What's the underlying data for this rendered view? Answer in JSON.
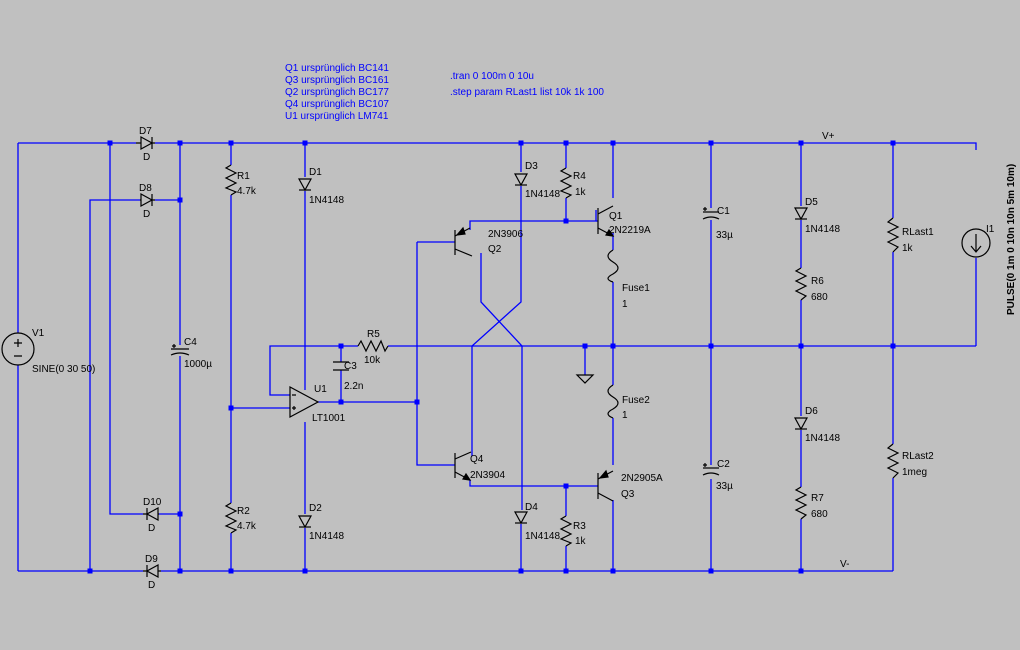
{
  "directives": {
    "original_parts": [
      "Q1 ursprünglich BC141",
      "Q3 ursprünglich BC161",
      "Q2 ursprünglich BC177",
      "Q4 ursprünglich BC107",
      "U1 ursprünglich LM741"
    ],
    "tran": ".tran 0 100m 0 10u",
    "step": ".step param RLast1 list 10k 1k 100"
  },
  "nets": {
    "vplus": "V+",
    "vminus": "V-"
  },
  "components": {
    "D7": {
      "name": "D7",
      "value": "D"
    },
    "D8": {
      "name": "D8",
      "value": "D"
    },
    "D9": {
      "name": "D9",
      "value": "D"
    },
    "D10": {
      "name": "D10",
      "value": "D"
    },
    "V1": {
      "name": "V1",
      "value": "SINE(0 30 50)"
    },
    "C4": {
      "name": "C4",
      "value": "1000µ"
    },
    "R1": {
      "name": "R1",
      "value": "4.7k"
    },
    "R2": {
      "name": "R2",
      "value": "4.7k"
    },
    "D1": {
      "name": "D1",
      "value": "1N4148"
    },
    "D2": {
      "name": "D2",
      "value": "1N4148"
    },
    "U1": {
      "name": "U1",
      "value": "LT1001"
    },
    "C3": {
      "name": "C3",
      "value": "2.2n"
    },
    "R5": {
      "name": "R5",
      "value": "10k"
    },
    "D3": {
      "name": "D3",
      "value": "1N4148"
    },
    "D4": {
      "name": "D4",
      "value": "1N4148"
    },
    "R4": {
      "name": "R4",
      "value": "1k"
    },
    "R3": {
      "name": "R3",
      "value": "1k"
    },
    "Q1": {
      "name": "Q1",
      "value": "2N2219A"
    },
    "Q2": {
      "name": "Q2",
      "value": "2N3906"
    },
    "Q3": {
      "name": "Q3",
      "value": "2N2905A"
    },
    "Q4": {
      "name": "Q4",
      "value": "2N3904"
    },
    "Fuse1": {
      "name": "Fuse1",
      "value": "1"
    },
    "Fuse2": {
      "name": "Fuse2",
      "value": "1"
    },
    "C1": {
      "name": "C1",
      "value": "33µ"
    },
    "C2": {
      "name": "C2",
      "value": "33µ"
    },
    "D5": {
      "name": "D5",
      "value": "1N4148"
    },
    "D6": {
      "name": "D6",
      "value": "1N4148"
    },
    "R6": {
      "name": "R6",
      "value": "680"
    },
    "R7": {
      "name": "R7",
      "value": "680"
    },
    "RLast1": {
      "name": "RLast1",
      "value": "1k"
    },
    "RLast2": {
      "name": "RLast2",
      "value": "1meg"
    },
    "I1": {
      "name": "I1",
      "value": "PULSE(0 1m 0 10n 10n 5m 10m)"
    }
  },
  "colors": {
    "background": "#c0c0c0",
    "wire": "#0000ff",
    "component": "#000000",
    "text": "#000000",
    "directive": "#0000ff"
  }
}
